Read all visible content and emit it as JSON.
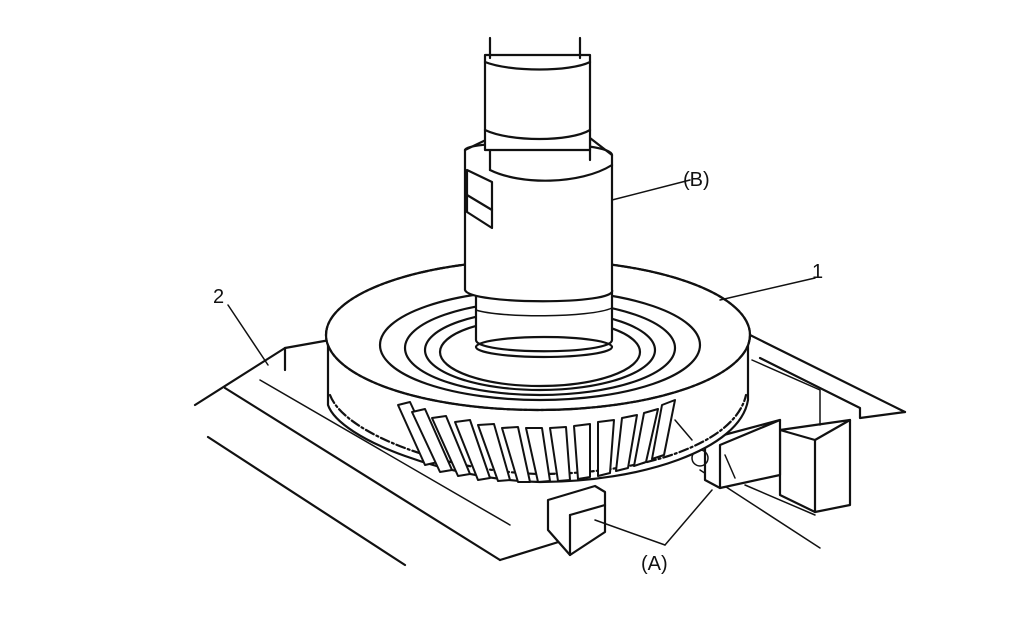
{
  "diagram": {
    "labels": {
      "part_1": "1",
      "part_2": "2",
      "point_a": "(A)",
      "point_b": "(B)"
    },
    "colors": {
      "ink": "#111111",
      "paper": "#ffffff"
    }
  }
}
